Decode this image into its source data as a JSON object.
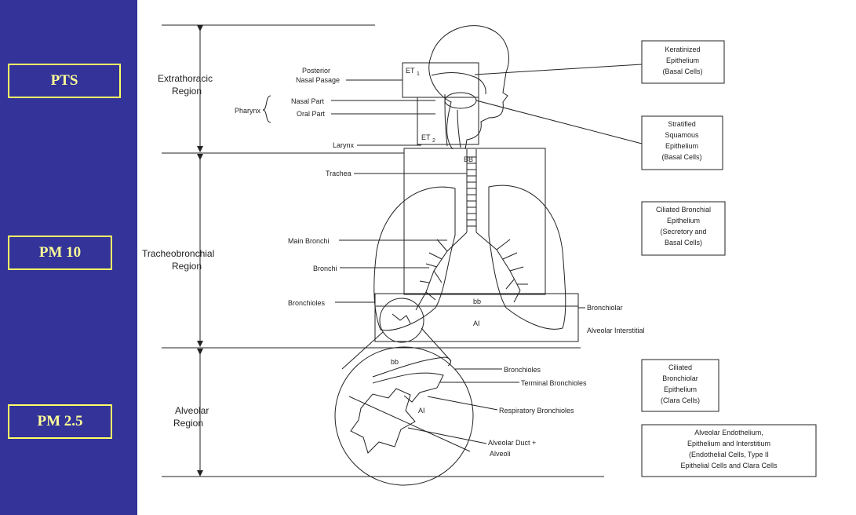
{
  "sidebar": {
    "badges": [
      {
        "label": "PTS"
      },
      {
        "label": "PM 10"
      },
      {
        "label": "PM 2.5"
      }
    ]
  },
  "diagram": {
    "regions": {
      "extrathoracic": [
        "Extrathoracic",
        "Region"
      ],
      "tracheobronchial": [
        "Tracheobronchial",
        "Region"
      ],
      "alveolar": [
        "Alveolar",
        "Region"
      ]
    },
    "anatomy": {
      "posterior_nasal": [
        "Posterior",
        "Nasal Pasage"
      ],
      "pharynx": "Pharynx",
      "nasal_part": "Nasal Part",
      "oral_part": "Oral Part",
      "larynx": "Larynx",
      "trachea": "Trachea",
      "main_bronchi": "Main Bronchi",
      "bronchi": "Bronchi",
      "bronchioles": "Bronchioles",
      "bronchiolar": "Bronchiolar",
      "alveolar_interstitial": "Alveolar Interstitial",
      "bronchioles_detail": "Bronchioles",
      "terminal_bronchioles": "Terminal Bronchioles",
      "respiratory_bronchioles": "Respiratory Bronchioles",
      "alveolar_duct": [
        "Alveolar Duct +",
        "Alveoli"
      ]
    },
    "region_codes": {
      "et1": "ET",
      "et1_sub": "1",
      "et2": "ET",
      "et2_sub": "2",
      "bb_upper": "BB",
      "bb_lower": "bb",
      "ai": "AI",
      "bb_detail": "bb",
      "ai_detail": "AI"
    },
    "epithelium_boxes": [
      [
        "Keratinized",
        "Epithelium",
        "(Basal Cells)"
      ],
      [
        "Stratified",
        "Squamous",
        "Epithelium",
        "(Basal Cells)"
      ],
      [
        "Ciliated Bronchial",
        "Epithelium",
        "(Secretory and",
        "Basal Cells)"
      ],
      [
        "Ciliated",
        "Bronchiolar",
        "Epithelium",
        "(Clara Cells)"
      ],
      [
        "Alveolar Endothelium,",
        "Epithelium and Interstitium",
        "(Endothelial Cells, Type II",
        "Epithelial Cells and Clara Cells"
      ]
    ]
  }
}
